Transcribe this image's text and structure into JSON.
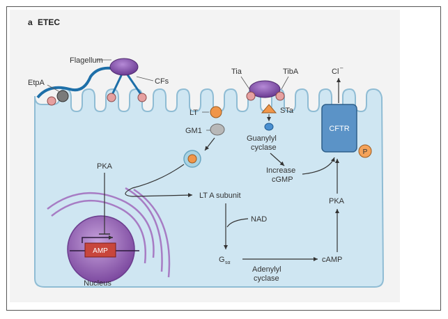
{
  "panel": {
    "letter": "a",
    "title": "ETEC"
  },
  "labels": {
    "flagellum": "Flagellum",
    "etpa": "EtpA",
    "cfs": "CFs",
    "tia": "Tia",
    "tiba": "TibA",
    "cl": "Cl",
    "cl_sup": "–",
    "lt": "LT",
    "sta": "STa",
    "gm1": "GM1",
    "guanylyl_1": "Guanylyl",
    "guanylyl_2": "cyclase",
    "cftr": "CFTR",
    "p": "P",
    "pka_left": "PKA",
    "increase_1": "Increase",
    "increase_2": "cGMP",
    "lt_a_subunit": "LT A subunit",
    "pka_right": "PKA",
    "nad": "NAD",
    "amp": "AMP",
    "gsa": "G",
    "gsa_sub": "sα",
    "camp": "cAMP",
    "adenylyl_1": "Adenylyl",
    "adenylyl_2": "cyclase",
    "nucleus": "Nucleus"
  },
  "colors": {
    "cytoplasm": "#cfe6f2",
    "membrane": "#9cc6dc",
    "background": "#f3f3f3",
    "bacterium": "#8b55b5",
    "receptor": "#e6a0a0",
    "lt_toxin": "#f0964a",
    "gm1": "#b8b8b8",
    "cftr": "#5b93c7",
    "p_circle": "#f5a35a",
    "amp_box": "#c8463c",
    "nucleus": "#9a63b5",
    "flagellum": "#1e6fa8",
    "arrow": "#333333"
  }
}
